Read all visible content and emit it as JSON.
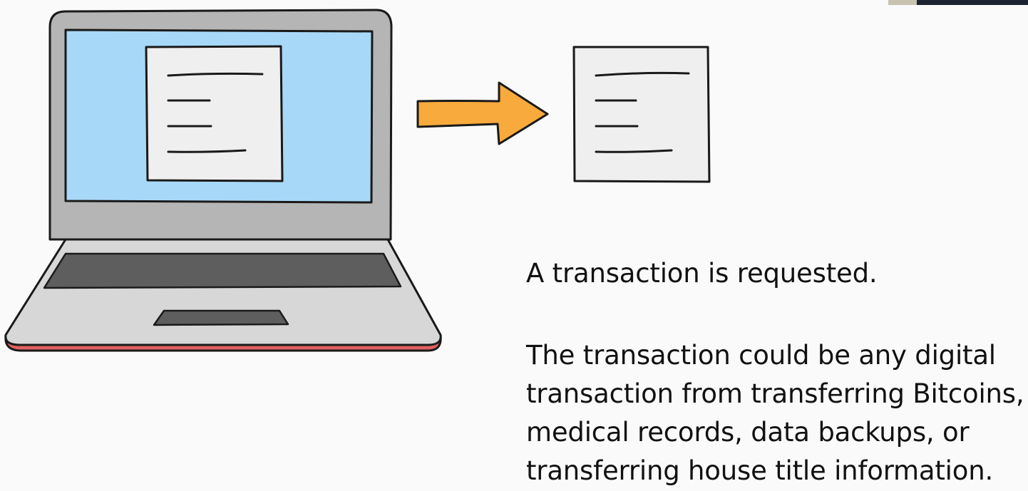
{
  "caption": {
    "line_1": "A transaction is requested.",
    "body_lines": [
      "The transaction could be any digital",
      "transaction from transferring Bitcoins,",
      "medical records, data backups, or",
      "transferring house title information."
    ]
  },
  "icons": {
    "laptop": "laptop-icon",
    "document_on_screen": "document-icon",
    "arrow": "arrow-right-icon",
    "transaction_document": "document-icon"
  },
  "colors": {
    "background": "#f9faf9",
    "screen": "#a8d8f8",
    "laptop_body": "#b5b5b5",
    "keyboard_deck": "#d7d7d7",
    "keyboard": "#5e5e5e",
    "laptop_base_edge": "#e06060",
    "arrow": "#f8aa3c",
    "document": "#efefef",
    "outline": "#1a1a1a",
    "text": "#111111"
  }
}
